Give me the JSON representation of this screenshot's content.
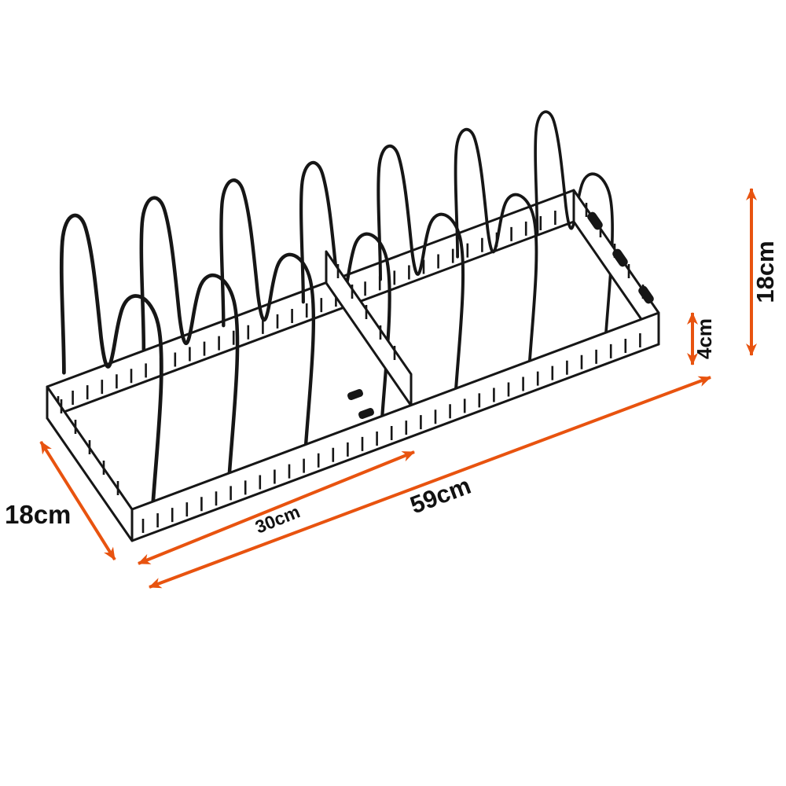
{
  "labels": {
    "height": "18cm",
    "wall_height": "4cm",
    "depth": "18cm",
    "section_length": "30cm",
    "total_length": "59cm"
  },
  "colors": {
    "arrow": "#e8530f",
    "wire": "#161616",
    "background": "#ffffff",
    "text": "#111111"
  }
}
